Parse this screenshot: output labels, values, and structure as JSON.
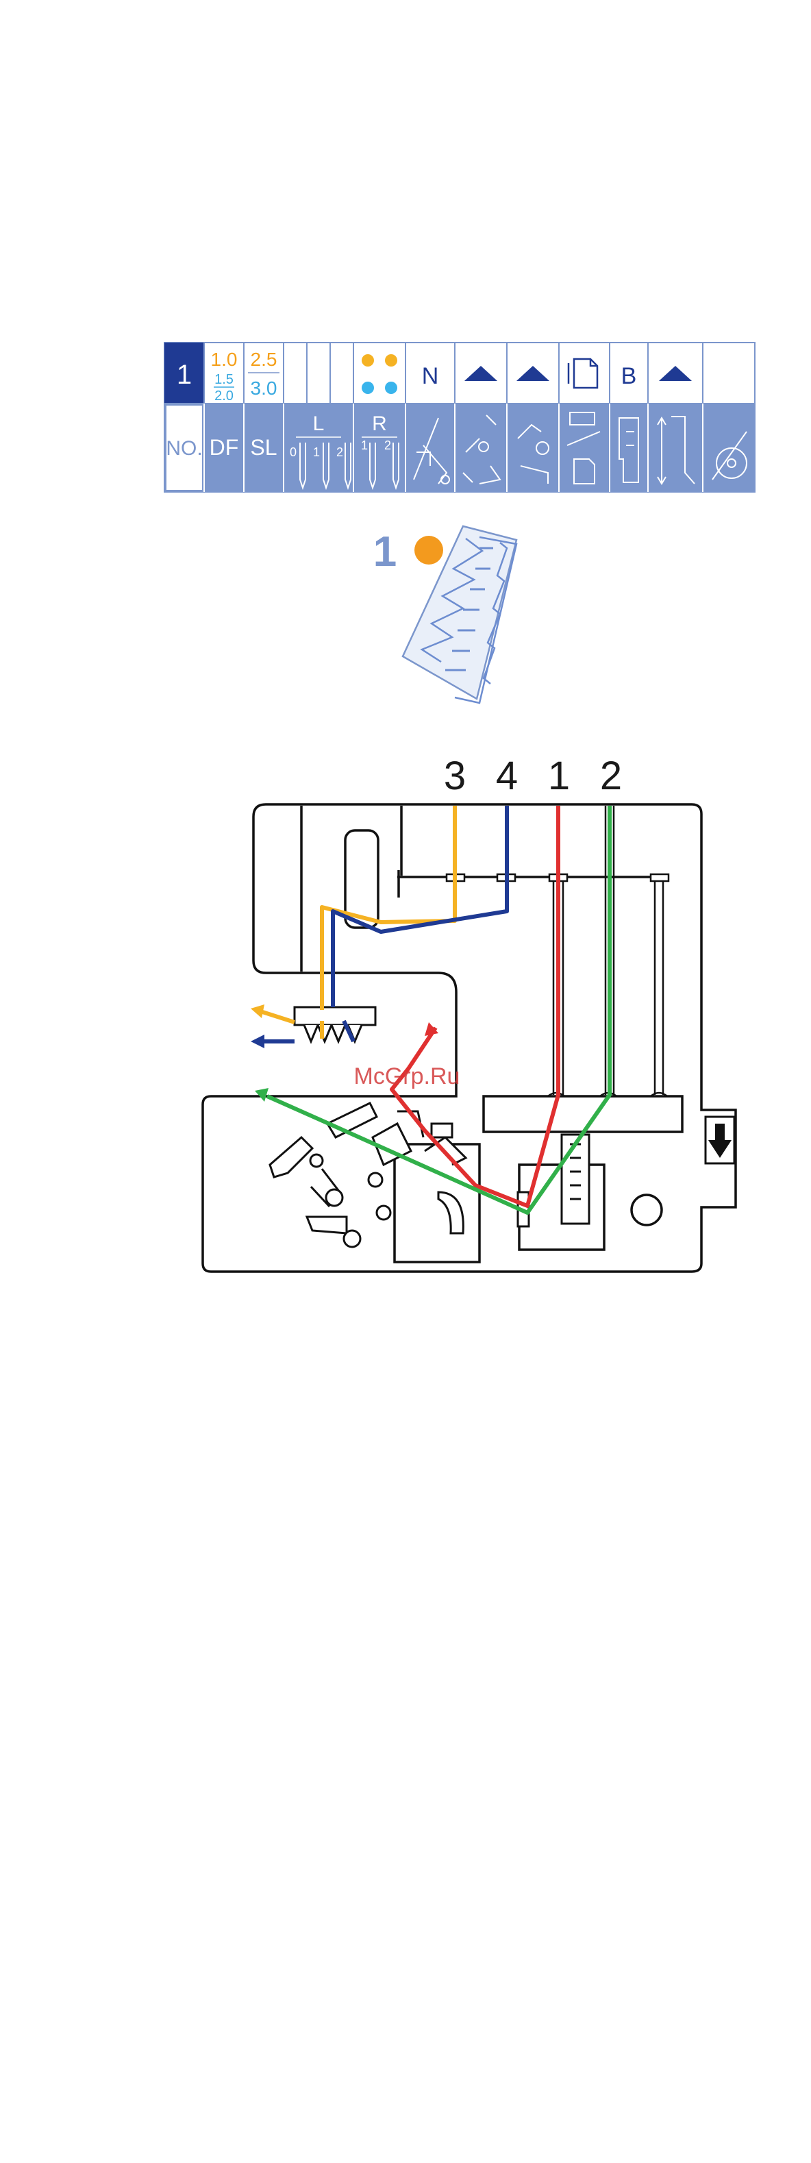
{
  "settings_table": {
    "top_row": {
      "stitch_number": "1",
      "df_values": {
        "top": "1.0",
        "middle": "1.5",
        "bottom": "2.0"
      },
      "sl_values": {
        "top": "2.5",
        "bottom": "3.0"
      },
      "n_label": "N",
      "b_label": "B"
    },
    "bottom_row": {
      "no_label": "NO.",
      "df_label": "DF",
      "sl_label": "SL",
      "l_label": "L",
      "l_numbers": [
        "0",
        "1",
        "2"
      ],
      "r_label": "R",
      "r_numbers": [
        "1",
        "2"
      ]
    },
    "colors": {
      "header_bg": "#7b96cc",
      "number_bg": "#1f3a93",
      "orange": "#f5a01a",
      "cyan": "#39a9e0",
      "triangle": "#1f3a93"
    }
  },
  "stitch_sample": {
    "label": "1",
    "dot_color": "#f39a1e"
  },
  "threading_diagram": {
    "thread_numbers": [
      "3",
      "4",
      "1",
      "2"
    ],
    "thread_colors": {
      "3": "#f5b223",
      "4": "#1f3a93",
      "1": "#e03030",
      "2": "#31b04a"
    },
    "watermark": "McGrp.Ru"
  }
}
